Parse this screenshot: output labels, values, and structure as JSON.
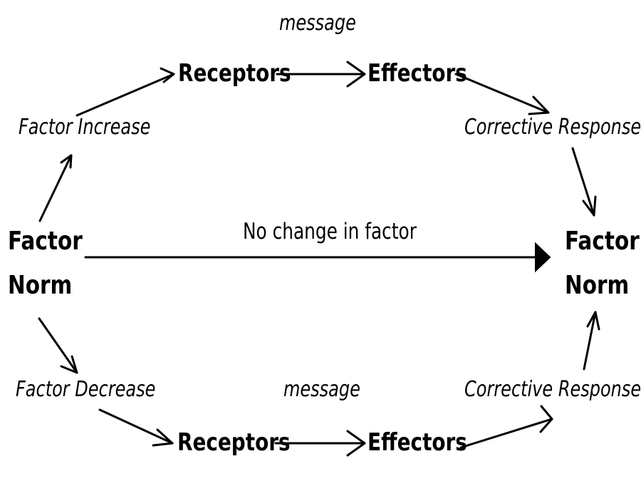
{
  "nodes": {
    "factor_norm_left": {
      "line1": "Factor",
      "line2": "Norm"
    },
    "factor_norm_right": {
      "line1": "Factor",
      "line2": "Norm"
    },
    "receptors_top": "Receptors",
    "effectors_top": "Effectors",
    "receptors_bottom": "Receptors",
    "effectors_bottom": "Effectors"
  },
  "labels": {
    "message_top": "message",
    "message_bottom": "message",
    "factor_increase": "Factor Increase",
    "factor_decrease": "Factor Decrease",
    "corrective_response_top": "Corrective Response",
    "corrective_response_bottom": "Corrective Response",
    "no_change": "No change in factor"
  },
  "colors": {
    "ink": "#000000",
    "background": "#ffffff"
  }
}
